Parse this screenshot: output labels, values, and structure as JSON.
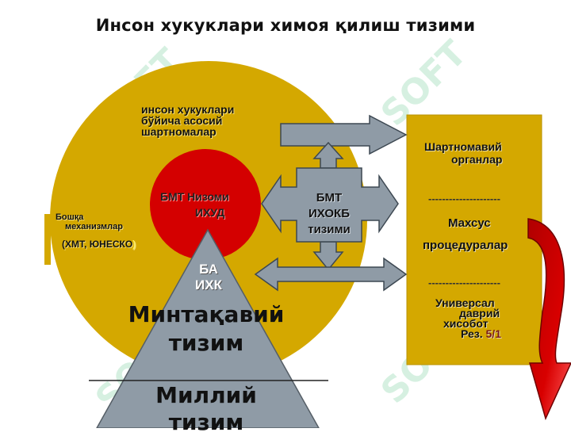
{
  "title": "Инсон хукуклари химоя қилиш тизими",
  "watermark": "SOFT",
  "colors": {
    "gold": "#D4A800",
    "red": "#D40000",
    "gray": "#8F9BA6",
    "dark_red": "#A00000"
  },
  "labels": {
    "treaties_1": "инсон хукуклари",
    "treaties_2": "бўйича асосий",
    "treaties_3": "шартномалар",
    "charter_1": "БМТ Низоми",
    "charter_2": "ИХУД",
    "other_1": "Бошқа",
    "other_2": "механизмлар",
    "other_3_pre": "(ХМТ, ЮНЕСКО",
    "other_3_post": ")",
    "ohchr_1": "БМТ",
    "ohchr_2": "ИХОКБ",
    "ohchr_3": "тизими",
    "ba_1": "БА",
    "ba_2": "ИХК",
    "regional_1": "Минтақавий",
    "regional_2": "тизим",
    "national_1": "Миллий",
    "national_2": "тизим"
  },
  "panel": {
    "treaty_bodies_1": "Шартномавий",
    "treaty_bodies_2": "органлар",
    "divider": "---------------------",
    "special_1": "Махсус",
    "special_2": "процедуралар",
    "upr_1": "Универсал",
    "upr_2": "даврий",
    "upr_3": "хисобот",
    "res_pre": "Рез.",
    "res_num": "5/1"
  }
}
